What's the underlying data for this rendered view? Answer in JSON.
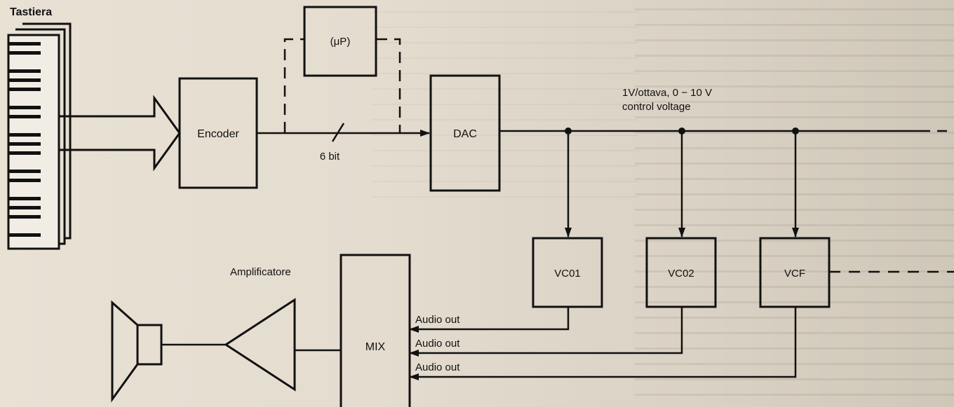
{
  "labels": {
    "keyboard": "Tastiera",
    "encoder": "Encoder",
    "microprocessor": "(μP)",
    "bus_width": "6 bit",
    "dac": "DAC",
    "control_voltage_line1": "1V/ottava, 0 − 10 V",
    "control_voltage_line2": "control voltage",
    "vco1": "VC01",
    "vco2": "VC02",
    "vcf": "VCF",
    "amplifier": "Amplificatore",
    "mix": "MIX",
    "audio_out_1": "Audio out",
    "audio_out_2": "Audio out",
    "audio_out_3": "Audio out"
  },
  "colors": {
    "ink": "#111111",
    "paper": "#e4ddd0"
  }
}
